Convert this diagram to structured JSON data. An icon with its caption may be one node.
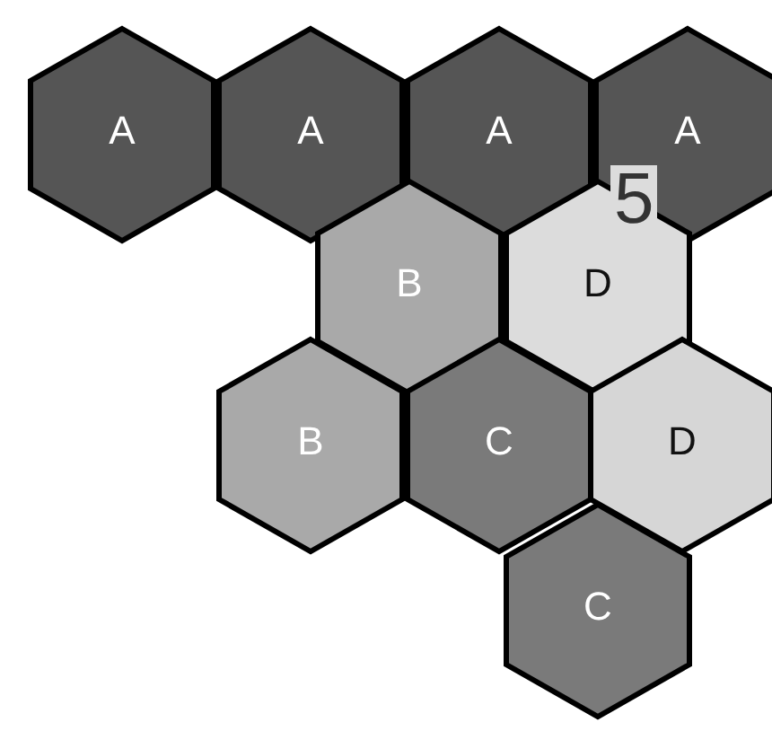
{
  "diagram": {
    "nodes": [
      {
        "text": [
          "A"
        ]
      },
      {
        "text": [
          "A"
        ]
      },
      {
        "text": [
          "A"
        ]
      },
      {
        "text": [
          "A"
        ]
      },
      {
        "text": [
          "B"
        ]
      },
      {
        "text": [
          "D"
        ]
      },
      {
        "text": [
          "B"
        ]
      },
      {
        "text": [
          "C"
        ]
      },
      {
        "text": [
          "D"
        ]
      },
      {
        "text": [
          "C"
        ]
      }
    ],
    "labels": [
      "5"
    ]
  }
}
